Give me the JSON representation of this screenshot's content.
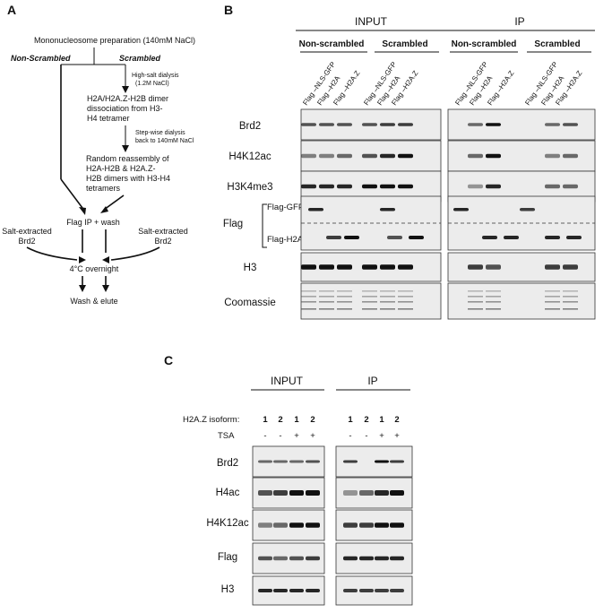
{
  "panelA": {
    "letter": "A",
    "title": "Mononucleosome preparation (140mM NaCl)",
    "branch_left": "Non-Scrambled",
    "branch_right": "Scrambled",
    "step1": "High-salt dialysis",
    "step1b": "(1.2M NaCl)",
    "dimer_lines": [
      "H2A/H2A.Z-H2B dimer",
      "dissociation from H3-",
      "H4 tetramer"
    ],
    "step2": "Step-wise dialysis",
    "step2b": "back to 140mM NaCl",
    "reassembly_lines": [
      "Random reassembly of",
      "H2A-H2B & H2A.Z-",
      "H2B dimers with H3-H4",
      "tetramers"
    ],
    "flag_ip": "Flag IP + wash",
    "salt_left": [
      "Salt-extracted",
      "Brd2"
    ],
    "salt_right": [
      "Salt-extracted",
      "Brd2"
    ],
    "overnight": "4°C overnight",
    "wash": "Wash & elute"
  },
  "panelB": {
    "letter": "B",
    "input_label": "INPUT",
    "ip_label": "IP",
    "group_nonscr": "Non-scrambled",
    "group_scr": "Scrambled",
    "lanes": [
      "Flag –NLS-GFP",
      "Flag –H2A",
      "Flag –H2A.Z"
    ],
    "rows": [
      "Brd2",
      "H4K12ac",
      "H3K4me3",
      "Flag",
      "H3",
      "Coomassie"
    ],
    "flag_sub_top": "Flag-GFP",
    "flag_sub_bottom": "Flag-H2A/Z"
  },
  "panelC": {
    "letter": "C",
    "input_label": "INPUT",
    "ip_label": "IP",
    "isoform_label": "H2A.Z isoform:",
    "isoforms": [
      "1",
      "2",
      "1",
      "2"
    ],
    "tsa_label": "TSA",
    "tsa": [
      "-",
      "-",
      "+",
      "+"
    ],
    "rows": [
      "Brd2",
      "H4ac",
      "H4K12ac",
      "Flag",
      "H3"
    ]
  },
  "colors": {
    "band": "#111111",
    "box_fill": "#ececec"
  }
}
